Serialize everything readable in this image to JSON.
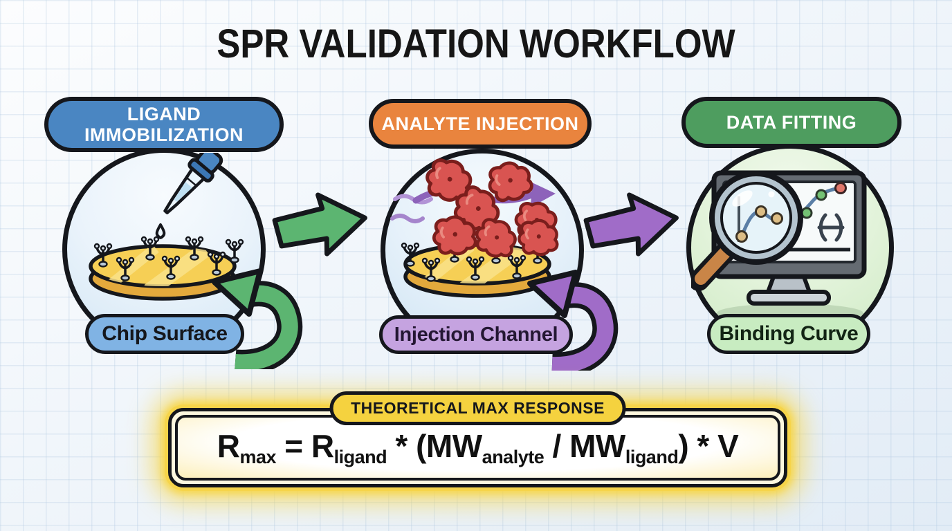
{
  "title": "SPR VALIDATION WORKFLOW",
  "stages": [
    {
      "header": "LIGAND IMMOBILIZATION",
      "label": "Chip Surface",
      "header_color": "#4a86c2",
      "label_color": "#80b3e4",
      "label_text_color": "#15171c",
      "icon": "pipette-drop-on-chip-icon"
    },
    {
      "header": "ANALYTE INJECTION",
      "label": "Injection Channel",
      "header_color": "#e9843e",
      "label_color": "#c5a3e0",
      "label_text_color": "#241733",
      "icon": "analyte-flow-over-chip-icon"
    },
    {
      "header": "DATA FITTING",
      "label": "Binding Curve",
      "header_color": "#4e9d5f",
      "label_color": "#c8ecc1",
      "label_text_color": "#122414",
      "icon": "monitor-magnifier-curve-icon"
    }
  ],
  "connectors": [
    {
      "name": "stage1-to-stage2-arrow",
      "color": "#5cb571"
    },
    {
      "name": "stage2-to-stage3-arrow",
      "color": "#a06cc8"
    }
  ],
  "return_arrows": [
    {
      "name": "chip-surface-return-arrow",
      "color": "#5cb571"
    },
    {
      "name": "injection-channel-return-arrow",
      "color": "#a06cc8"
    }
  ],
  "formula": {
    "header": "THEORETICAL MAX RESPONSE",
    "accent_color": "#f6d44a",
    "t1": "R",
    "s1": "max",
    "t2": " = R",
    "s2": "ligand",
    "t3": " * (MW",
    "s3": "analyte",
    "t4": " / MW",
    "s4": "ligand",
    "t5": ") * V"
  },
  "palette": {
    "outline": "#15171c",
    "background": "#edf3f9",
    "grid_line": "#c5d5e6",
    "header_text": "#ffffff",
    "title_color": "#161616",
    "chip_gold": "#f6cf55",
    "chip_gold_side": "#e3a93c",
    "analyte_red": "#d95451",
    "flow_purple": "#8d63ba",
    "screen_curve_blue": "#5b7fa6",
    "magnifier_handle": "#c98547"
  }
}
